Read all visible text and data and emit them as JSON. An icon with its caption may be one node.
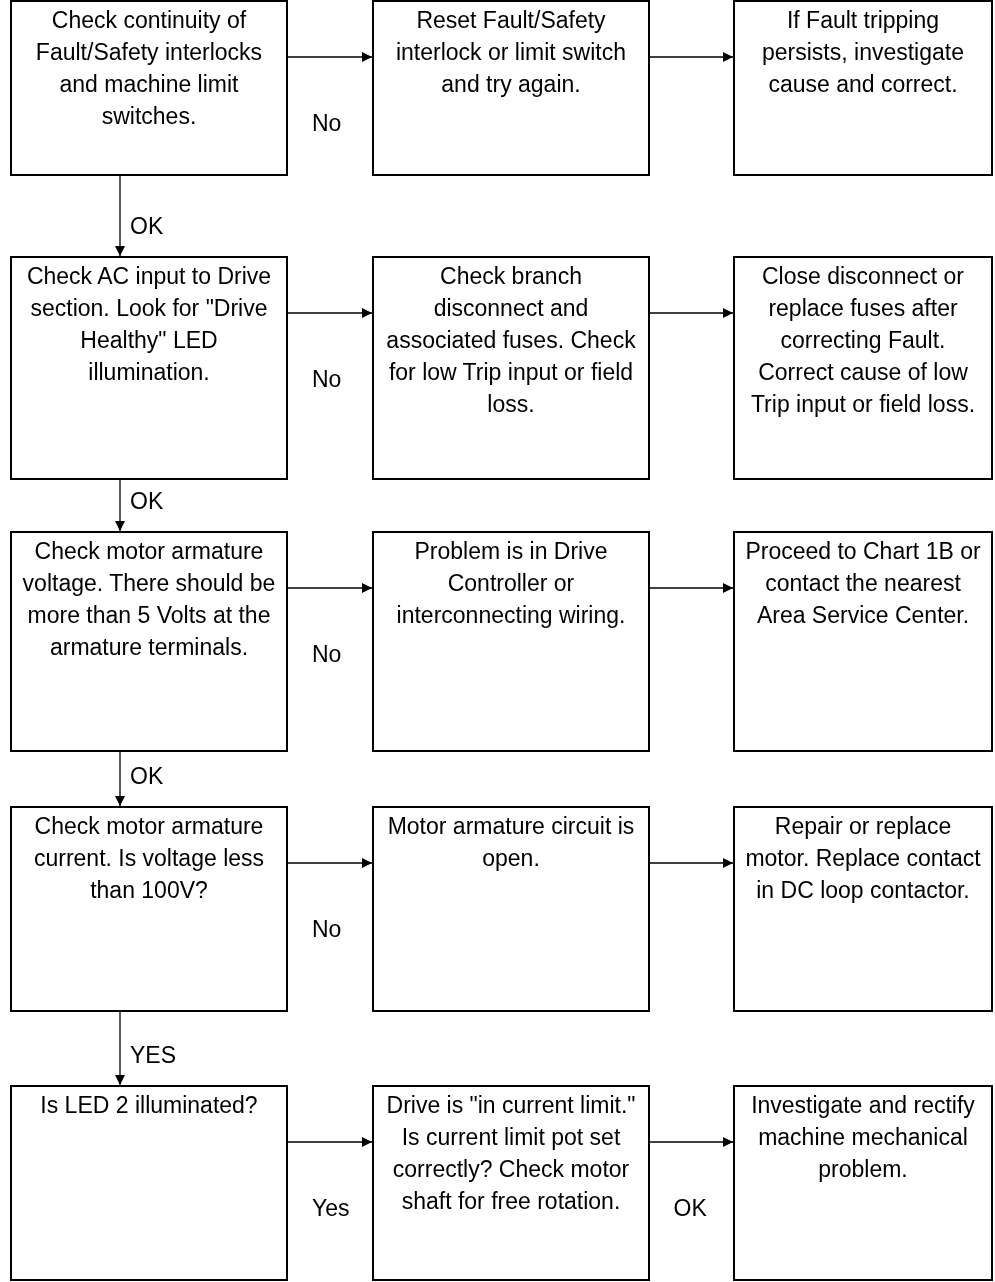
{
  "diagram": {
    "nodes": [
      {
        "text": [
          "Check continuity of Fault/Safety interlocks and machine limit switches."
        ]
      },
      {
        "text": [
          "Reset Fault/Safety interlock or limit switch and try again."
        ]
      },
      {
        "text": [
          "If Fault tripping persists, investigate cause and correct."
        ]
      },
      {
        "text": [
          "Check AC input to Drive section. Look for \"Drive Healthy\" LED illumination."
        ]
      },
      {
        "text": [
          "Check branch disconnect and associated fuses. Check for low Trip input or field loss."
        ]
      },
      {
        "text": [
          "Close disconnect or replace fuses after correcting Fault. Correct cause of low Trip input or field loss."
        ]
      },
      {
        "text": [
          "Check motor armature voltage. There should be more than 5 Volts at the armature terminals."
        ]
      },
      {
        "text": [
          "Problem is in Drive Controller or interconnecting wiring."
        ]
      },
      {
        "text": [
          "Proceed to Chart 1B or contact the nearest Area Service Center."
        ]
      },
      {
        "text": [
          "Check motor armature current. Is voltage less than 100V?"
        ]
      },
      {
        "text": [
          "Motor armature circuit is open."
        ]
      },
      {
        "text": [
          "Repair or replace motor. Replace contact in DC loop contactor."
        ]
      },
      {
        "text": [
          "Is LED 2 illuminated?"
        ]
      },
      {
        "text": [
          "Drive is \"in current limit.\" Is current limit pot set correctly? Check motor shaft for free rotation."
        ]
      },
      {
        "text": [
          "Investigate and rectify machine mechanical problem."
        ]
      }
    ],
    "edges": [
      {
        "from": 0,
        "to": 1,
        "arrow": "to",
        "label": "No"
      },
      {
        "from": 1,
        "to": 2,
        "arrow": "to"
      },
      {
        "from": 0,
        "to": 3,
        "arrow": "to",
        "label": "OK"
      },
      {
        "from": 3,
        "to": 4,
        "arrow": "to",
        "label": "No"
      },
      {
        "from": 4,
        "to": 5,
        "arrow": "to"
      },
      {
        "from": 3,
        "to": 6,
        "arrow": "to",
        "label": "OK"
      },
      {
        "from": 6,
        "to": 7,
        "arrow": "to",
        "label": "No"
      },
      {
        "from": 7,
        "to": 8,
        "arrow": "to"
      },
      {
        "from": 6,
        "to": 9,
        "arrow": "to",
        "label": "OK"
      },
      {
        "from": 9,
        "to": 10,
        "arrow": "to",
        "label": "No"
      },
      {
        "from": 10,
        "to": 11,
        "arrow": "to"
      },
      {
        "from": 9,
        "to": 12,
        "arrow": "to",
        "label": "YES"
      },
      {
        "from": 12,
        "to": 13,
        "arrow": "to",
        "label": "Yes"
      },
      {
        "from": 13,
        "to": 14,
        "arrow": "to",
        "label": "OK"
      }
    ]
  }
}
